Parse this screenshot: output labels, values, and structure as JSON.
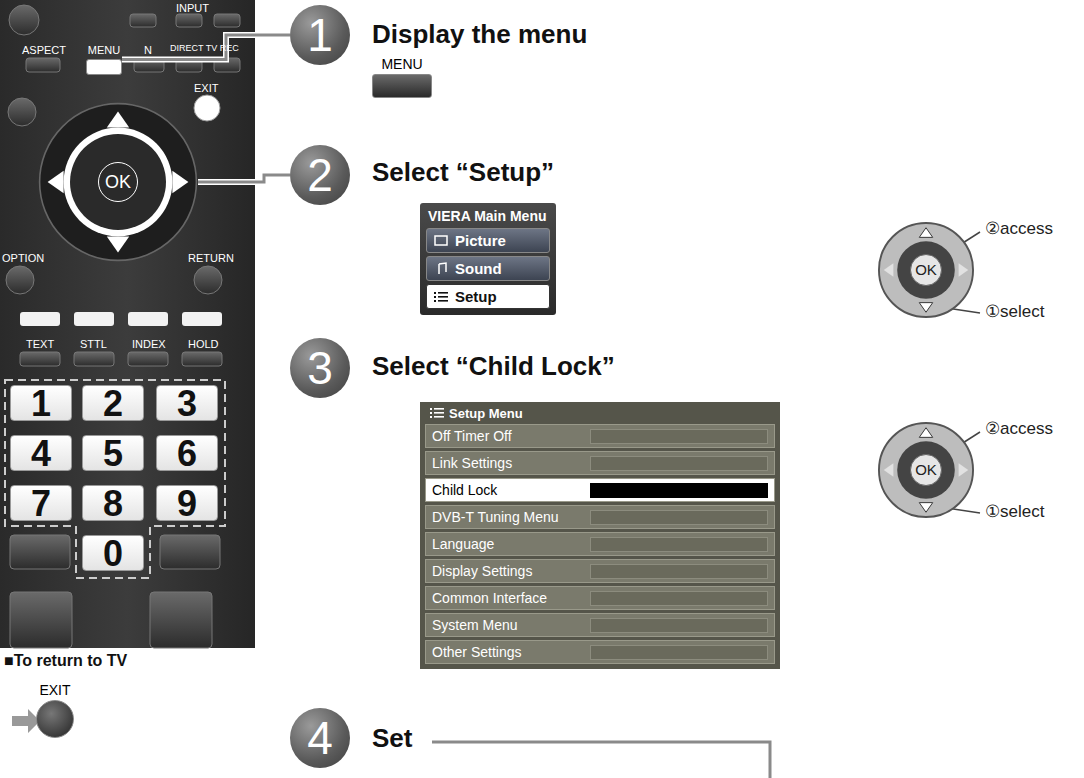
{
  "diagram": {
    "nodes": [
      {
        "text": [
          "MENU"
        ]
      },
      {
        "text": [
          "OK"
        ]
      },
      {
        "text": [
          "1"
        ]
      },
      {
        "text": [
          "2"
        ]
      },
      {
        "text": [
          "3"
        ]
      },
      {
        "text": [
          "4"
        ]
      },
      {
        "text": [
          "5"
        ]
      },
      {
        "text": [
          "6"
        ]
      },
      {
        "text": [
          "7"
        ]
      },
      {
        "text": [
          "8"
        ]
      },
      {
        "text": [
          "9"
        ]
      },
      {
        "text": [
          "0"
        ]
      },
      {
        "text": [
          "1"
        ]
      },
      {
        "text": [
          "MENU"
        ]
      },
      {
        "text": [
          "2"
        ]
      },
      {
        "text": [
          "VIERA Main Menu"
        ]
      },
      {
        "text": [
          "Picture"
        ],
        "in": 15
      },
      {
        "text": [
          "Sound"
        ],
        "in": 15
      },
      {
        "text": [
          "Setup"
        ],
        "in": 15
      },
      {
        "text": [
          "OK"
        ]
      },
      {
        "text": [
          "3"
        ]
      },
      {
        "text": [
          "Setup Menu"
        ]
      },
      {
        "text": [
          "Off Timer Off"
        ],
        "in": 21
      },
      {
        "text": [
          "Link Settings"
        ],
        "in": 21
      },
      {
        "text": [
          "Child Lock"
        ],
        "in": 21
      },
      {
        "text": [
          "DVB-T Tuning Menu"
        ],
        "in": 21
      },
      {
        "text": [
          "Language"
        ],
        "in": 21
      },
      {
        "text": [
          "Display Settings"
        ],
        "in": 21
      },
      {
        "text": [
          "Common Interface"
        ],
        "in": 21
      },
      {
        "text": [
          "System Menu"
        ],
        "in": 21
      },
      {
        "text": [
          "Other Settings"
        ],
        "in": 21
      },
      {
        "text": [
          "OK"
        ]
      },
      {
        "text": [
          "4"
        ]
      },
      {
        "text": [
          "EXIT"
        ]
      }
    ],
    "edges": [
      {
        "from": 0,
        "to": 12,
        "arrow": "none"
      },
      {
        "from": 1,
        "to": 14,
        "arrow": "none"
      }
    ],
    "labels": [
      "INPUT",
      "ASPECT",
      "N",
      "DIRECT TV REC",
      "EXIT",
      "OPTION",
      "RETURN",
      "TEXT",
      "STTL",
      "INDEX",
      "HOLD",
      "Display the menu",
      "Select “Setup”",
      "②access",
      "①select",
      "Select “Child Lock”",
      "②access",
      "①select",
      "■To return to TV",
      "Set"
    ]
  }
}
